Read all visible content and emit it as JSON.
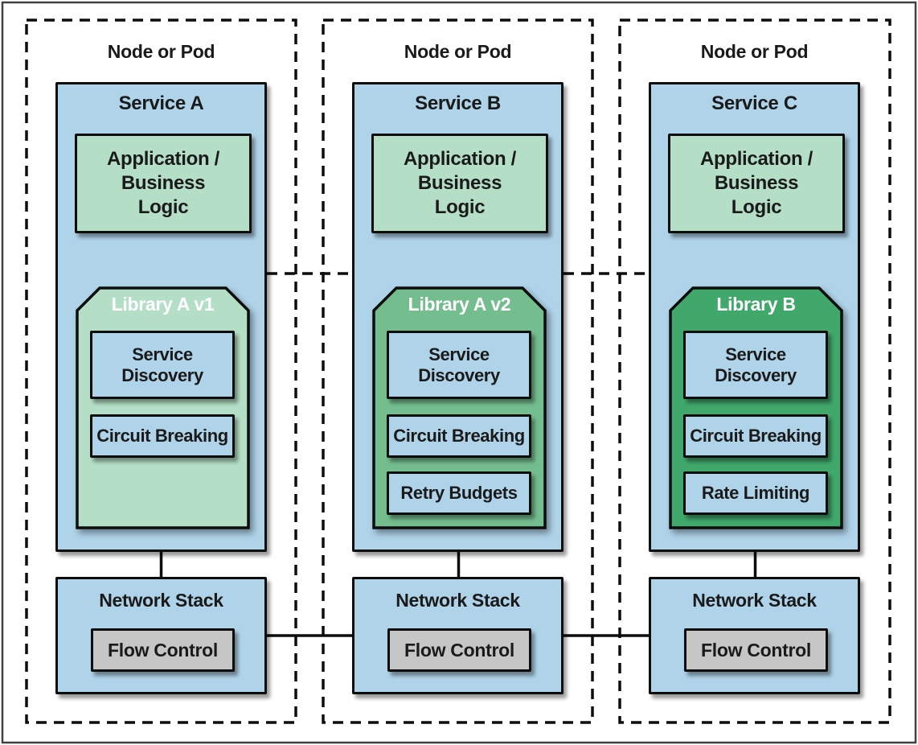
{
  "nodes": [
    {
      "container_label": "Node or Pod",
      "service": {
        "title": "Service A",
        "app": "Application / Business Logic",
        "library": {
          "title": "Library A v1",
          "features": [
            "Service Discovery",
            "Circuit Breaking"
          ]
        }
      },
      "network": {
        "title": "Network Stack",
        "features": [
          "Flow Control"
        ]
      }
    },
    {
      "container_label": "Node or Pod",
      "service": {
        "title": "Service B",
        "app": "Application / Business Logic",
        "library": {
          "title": "Library A v2",
          "features": [
            "Service Discovery",
            "Circuit Breaking",
            "Retry Budgets"
          ]
        }
      },
      "network": {
        "title": "Network Stack",
        "features": [
          "Flow Control"
        ]
      }
    },
    {
      "container_label": "Node or Pod",
      "service": {
        "title": "Service C",
        "app": "Application / Business Logic",
        "library": {
          "title": "Library B",
          "features": [
            "Service Discovery",
            "Circuit Breaking",
            "Rate Limiting"
          ]
        }
      },
      "network": {
        "title": "Network Stack",
        "features": [
          "Flow Control"
        ]
      }
    }
  ],
  "colors": {
    "service_fill": "#afd3e8",
    "app_fill": "#b4dfc6",
    "library_fills": [
      "#b4dfc6",
      "#74bd8e",
      "#41a86b"
    ],
    "network_fill": "#afd3e8",
    "flow_fill": "#c6c6c6",
    "outline": "#0d0d0d",
    "frame": "#424242",
    "library_title_text": "#ffffff",
    "text": "#1a1a1a"
  }
}
